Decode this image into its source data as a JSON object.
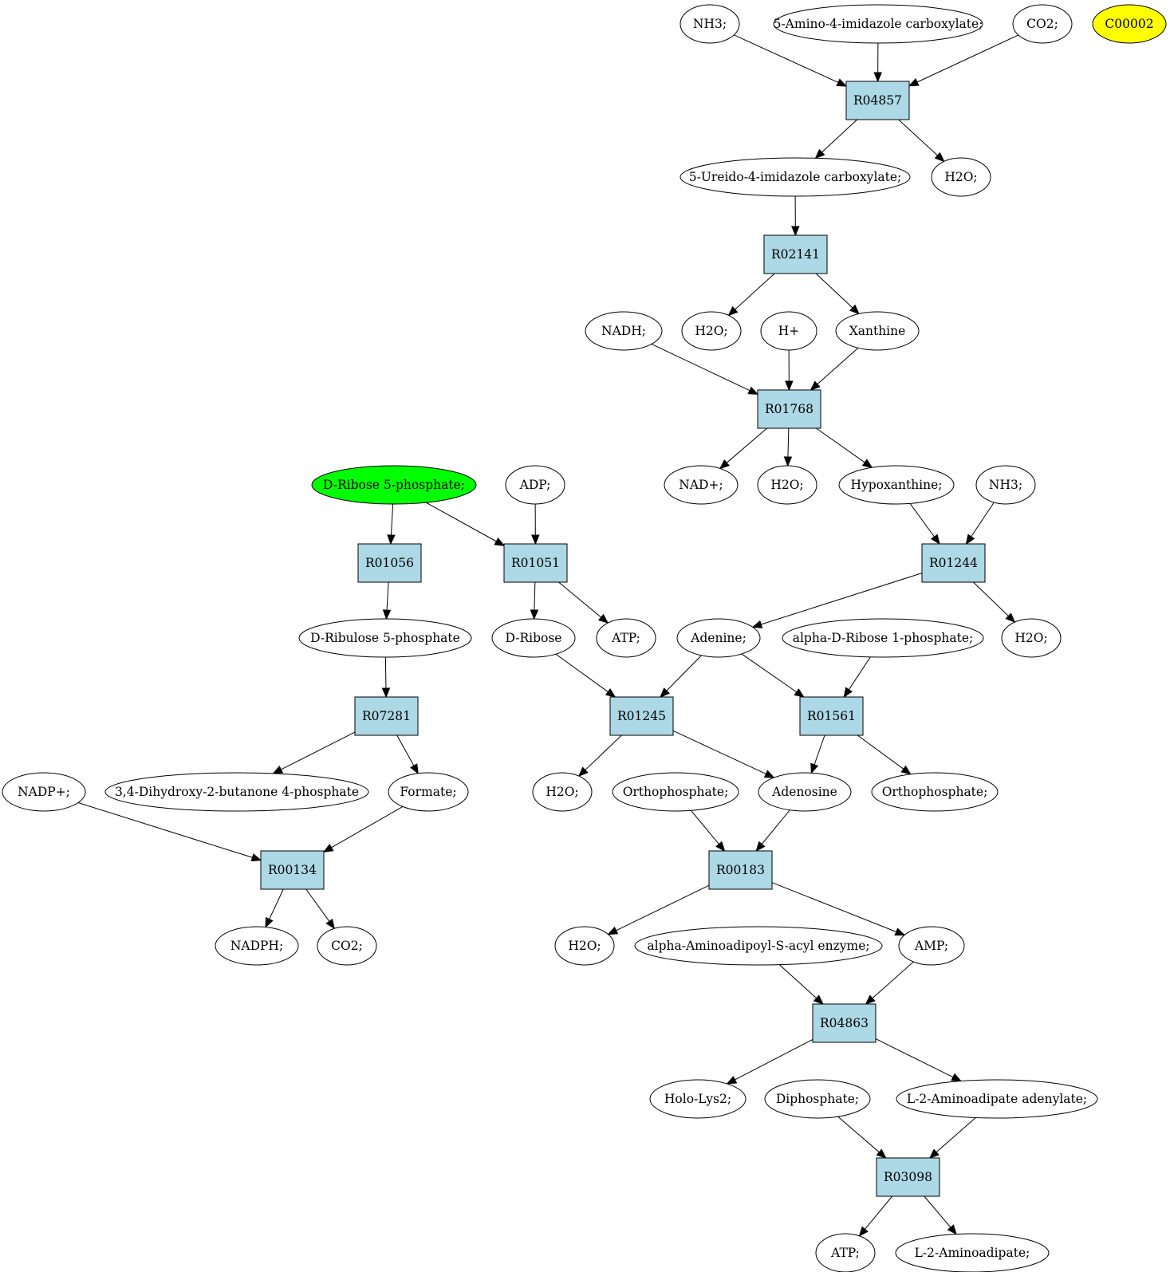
{
  "colors": {
    "reaction_fill": "#add8e6",
    "compound_fill": "#ffffff",
    "start_fill": "#00ff00",
    "highlight_fill": "#ffff00",
    "edge": "#000000"
  },
  "nodes": [
    {
      "id": "c_nh3_a",
      "kind": "compound",
      "label": "NH3;"
    },
    {
      "id": "c_aic",
      "kind": "compound",
      "label": "5-Amino-4-imidazole carboxylate;"
    },
    {
      "id": "c_co2_a",
      "kind": "compound",
      "label": "CO2;"
    },
    {
      "id": "c_c00002",
      "kind": "compound",
      "label": "C00002",
      "fill": "highlight_fill"
    },
    {
      "id": "r_R04857",
      "kind": "reaction",
      "label": "R04857"
    },
    {
      "id": "c_uic",
      "kind": "compound",
      "label": "5-Ureido-4-imidazole carboxylate;"
    },
    {
      "id": "c_h2o_a",
      "kind": "compound",
      "label": "H2O;"
    },
    {
      "id": "r_R02141",
      "kind": "reaction",
      "label": "R02141"
    },
    {
      "id": "c_nadh",
      "kind": "compound",
      "label": "NADH;"
    },
    {
      "id": "c_h2o_b",
      "kind": "compound",
      "label": "H2O;"
    },
    {
      "id": "c_hplus",
      "kind": "compound",
      "label": "H+"
    },
    {
      "id": "c_xanthine",
      "kind": "compound",
      "label": "Xanthine"
    },
    {
      "id": "r_R01768",
      "kind": "reaction",
      "label": "R01768"
    },
    {
      "id": "c_dr5p",
      "kind": "compound",
      "label": "D-Ribose 5-phosphate;",
      "fill": "start_fill"
    },
    {
      "id": "c_adp",
      "kind": "compound",
      "label": "ADP;"
    },
    {
      "id": "c_nadplus",
      "kind": "compound",
      "label": "NAD+;"
    },
    {
      "id": "c_h2o_c",
      "kind": "compound",
      "label": "H2O;"
    },
    {
      "id": "c_hypox",
      "kind": "compound",
      "label": "Hypoxanthine;"
    },
    {
      "id": "c_nh3_b",
      "kind": "compound",
      "label": "NH3;"
    },
    {
      "id": "r_R01056",
      "kind": "reaction",
      "label": "R01056"
    },
    {
      "id": "r_R01051",
      "kind": "reaction",
      "label": "R01051"
    },
    {
      "id": "r_R01244",
      "kind": "reaction",
      "label": "R01244"
    },
    {
      "id": "c_dru5p",
      "kind": "compound",
      "label": "D-Ribulose 5-phosphate"
    },
    {
      "id": "c_dribose",
      "kind": "compound",
      "label": "D-Ribose"
    },
    {
      "id": "c_atp_a",
      "kind": "compound",
      "label": "ATP;"
    },
    {
      "id": "c_adenine",
      "kind": "compound",
      "label": "Adenine;"
    },
    {
      "id": "c_adr1p",
      "kind": "compound",
      "label": "alpha-D-Ribose 1-phosphate;"
    },
    {
      "id": "c_h2o_d",
      "kind": "compound",
      "label": "H2O;"
    },
    {
      "id": "r_R07281",
      "kind": "reaction",
      "label": "R07281"
    },
    {
      "id": "r_R01245",
      "kind": "reaction",
      "label": "R01245"
    },
    {
      "id": "r_R01561",
      "kind": "reaction",
      "label": "R01561"
    },
    {
      "id": "c_nadpplus",
      "kind": "compound",
      "label": "NADP+;"
    },
    {
      "id": "c_dhbp",
      "kind": "compound",
      "label": "3,4-Dihydroxy-2-butanone 4-phosphate"
    },
    {
      "id": "c_formate",
      "kind": "compound",
      "label": "Formate;"
    },
    {
      "id": "c_h2o_e",
      "kind": "compound",
      "label": "H2O;"
    },
    {
      "id": "c_ortho_a",
      "kind": "compound",
      "label": "Orthophosphate;"
    },
    {
      "id": "c_adenosine",
      "kind": "compound",
      "label": "Adenosine"
    },
    {
      "id": "c_ortho_b",
      "kind": "compound",
      "label": "Orthophosphate;"
    },
    {
      "id": "r_R00134",
      "kind": "reaction",
      "label": "R00134"
    },
    {
      "id": "r_R00183",
      "kind": "reaction",
      "label": "R00183"
    },
    {
      "id": "c_nadph",
      "kind": "compound",
      "label": "NADPH;"
    },
    {
      "id": "c_co2_b",
      "kind": "compound",
      "label": "CO2;"
    },
    {
      "id": "c_h2o_f",
      "kind": "compound",
      "label": "H2O;"
    },
    {
      "id": "c_aasae",
      "kind": "compound",
      "label": "alpha-Aminoadipoyl-S-acyl enzyme;"
    },
    {
      "id": "c_amp",
      "kind": "compound",
      "label": "AMP;"
    },
    {
      "id": "r_R04863",
      "kind": "reaction",
      "label": "R04863"
    },
    {
      "id": "c_hololys2",
      "kind": "compound",
      "label": "Holo-Lys2;"
    },
    {
      "id": "c_diphos",
      "kind": "compound",
      "label": "Diphosphate;"
    },
    {
      "id": "c_l2aaa",
      "kind": "compound",
      "label": "L-2-Aminoadipate adenylate;"
    },
    {
      "id": "r_R03098",
      "kind": "reaction",
      "label": "R03098"
    },
    {
      "id": "c_atp_b",
      "kind": "compound",
      "label": "ATP;"
    },
    {
      "id": "c_l2aa",
      "kind": "compound",
      "label": "L-2-Aminoadipate;"
    }
  ],
  "edges": [
    [
      "c_nh3_a",
      "r_R04857"
    ],
    [
      "c_aic",
      "r_R04857"
    ],
    [
      "c_co2_a",
      "r_R04857"
    ],
    [
      "r_R04857",
      "c_uic"
    ],
    [
      "r_R04857",
      "c_h2o_a"
    ],
    [
      "c_uic",
      "r_R02141"
    ],
    [
      "r_R02141",
      "c_h2o_b"
    ],
    [
      "r_R02141",
      "c_xanthine"
    ],
    [
      "c_nadh",
      "r_R01768"
    ],
    [
      "c_hplus",
      "r_R01768"
    ],
    [
      "c_xanthine",
      "r_R01768"
    ],
    [
      "r_R01768",
      "c_nadplus"
    ],
    [
      "r_R01768",
      "c_h2o_c"
    ],
    [
      "r_R01768",
      "c_hypox"
    ],
    [
      "c_hypox",
      "r_R01244"
    ],
    [
      "c_nh3_b",
      "r_R01244"
    ],
    [
      "r_R01244",
      "c_adenine"
    ],
    [
      "r_R01244",
      "c_h2o_d"
    ],
    [
      "c_dr5p",
      "r_R01056"
    ],
    [
      "c_dr5p",
      "r_R01051"
    ],
    [
      "c_adp",
      "r_R01051"
    ],
    [
      "r_R01056",
      "c_dru5p"
    ],
    [
      "r_R01051",
      "c_dribose"
    ],
    [
      "r_R01051",
      "c_atp_a"
    ],
    [
      "c_dru5p",
      "r_R07281"
    ],
    [
      "r_R07281",
      "c_dhbp"
    ],
    [
      "r_R07281",
      "c_formate"
    ],
    [
      "c_nadpplus",
      "r_R00134"
    ],
    [
      "c_formate",
      "r_R00134"
    ],
    [
      "r_R00134",
      "c_nadph"
    ],
    [
      "r_R00134",
      "c_co2_b"
    ],
    [
      "c_dribose",
      "r_R01245"
    ],
    [
      "c_adenine",
      "r_R01245"
    ],
    [
      "c_adenine",
      "r_R01561"
    ],
    [
      "c_adr1p",
      "r_R01561"
    ],
    [
      "r_R01245",
      "c_h2o_e"
    ],
    [
      "r_R01245",
      "c_adenosine"
    ],
    [
      "r_R01561",
      "c_adenosine"
    ],
    [
      "r_R01561",
      "c_ortho_b"
    ],
    [
      "c_ortho_a",
      "r_R00183"
    ],
    [
      "c_adenosine",
      "r_R00183"
    ],
    [
      "r_R00183",
      "c_h2o_f"
    ],
    [
      "r_R00183",
      "c_amp"
    ],
    [
      "c_aasae",
      "r_R04863"
    ],
    [
      "c_amp",
      "r_R04863"
    ],
    [
      "r_R04863",
      "c_hololys2"
    ],
    [
      "r_R04863",
      "c_l2aaa"
    ],
    [
      "c_diphos",
      "r_R03098"
    ],
    [
      "c_l2aaa",
      "r_R03098"
    ],
    [
      "r_R03098",
      "c_atp_b"
    ],
    [
      "r_R03098",
      "c_l2aa"
    ]
  ]
}
